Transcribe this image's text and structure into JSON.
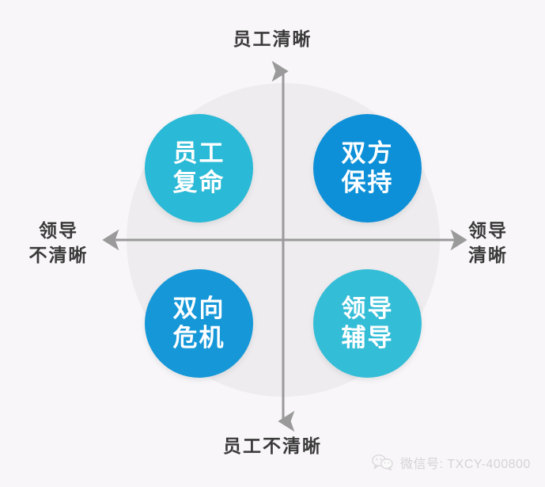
{
  "diagram": {
    "type": "2x2-quadrant-matrix",
    "background_color": "#f8f6f8",
    "halo_color": "#eceaec",
    "axis_color": "#9a9a9a",
    "axes": {
      "vertical": {
        "top_label": "员工清晰",
        "bottom_label": "员工不清晰"
      },
      "horizontal": {
        "left_label_line1": "领导",
        "left_label_line2": "不清晰",
        "right_label_line1": "领导",
        "right_label_line2": "清晰"
      }
    },
    "quadrants": [
      {
        "position": "top-left",
        "line1": "员工",
        "line2": "复命",
        "color": "#2ab9d6"
      },
      {
        "position": "top-right",
        "line1": "双方",
        "line2": "保持",
        "color": "#0e90d8"
      },
      {
        "position": "bottom-left",
        "line1": "双向",
        "line2": "危机",
        "color": "#1597d8"
      },
      {
        "position": "bottom-right",
        "line1": "领导",
        "line2": "辅导",
        "color": "#34bdd7"
      }
    ]
  },
  "watermark": {
    "icon": "wechat-icon",
    "text": "微信号: TXCY-400800",
    "color": "#d5d3d5"
  }
}
